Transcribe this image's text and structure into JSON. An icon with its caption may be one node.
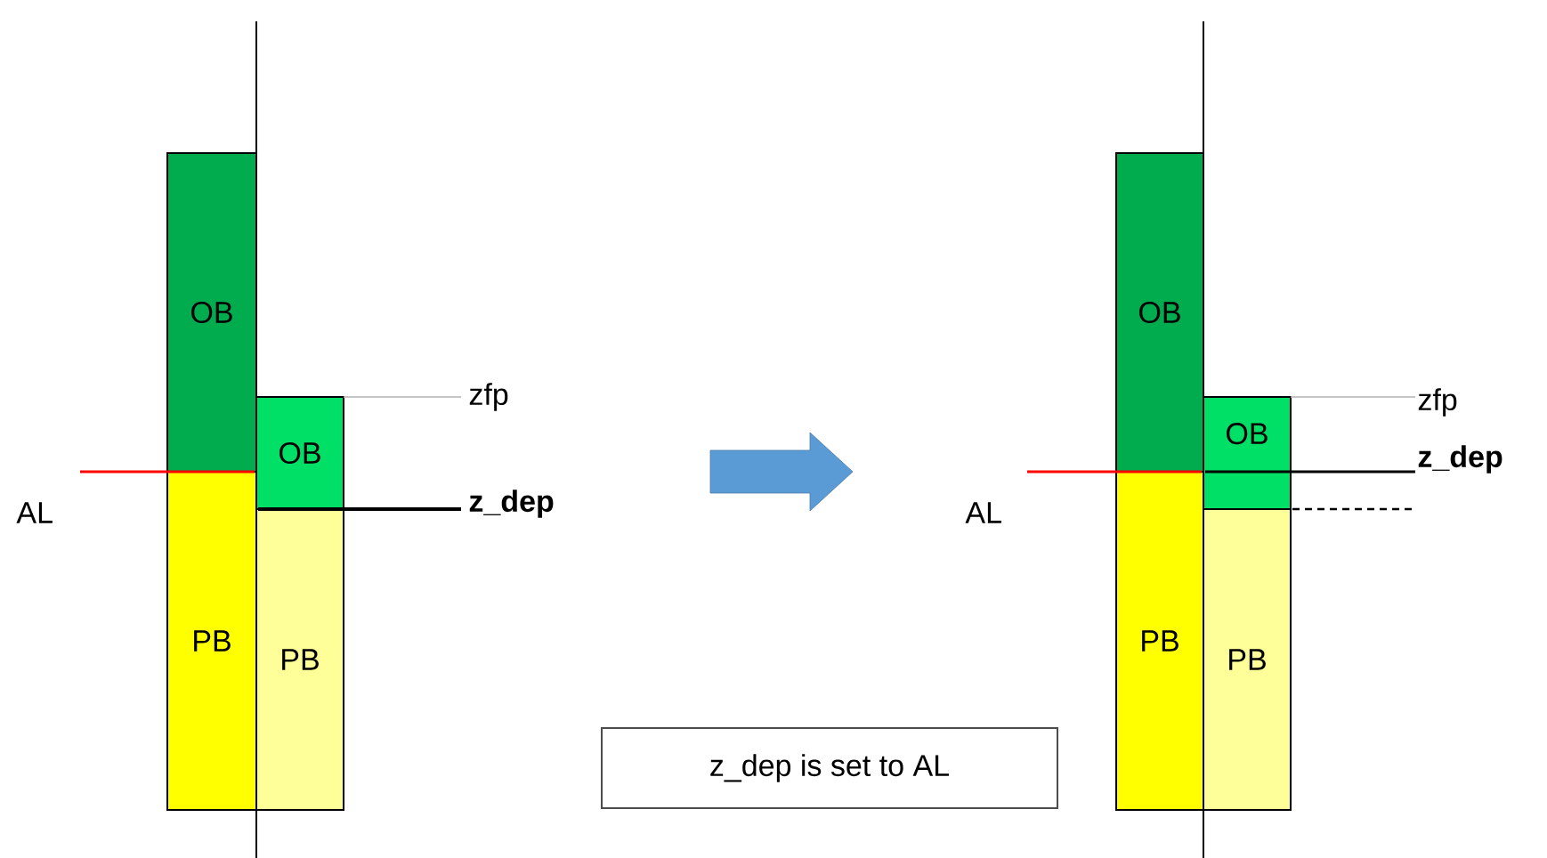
{
  "diagram": {
    "nodes": [
      {
        "text": [
          "OB"
        ]
      },
      {
        "text": [
          "PB"
        ]
      },
      {
        "text": [
          "OB"
        ]
      },
      {
        "text": [
          "PB"
        ]
      },
      {
        "text": [
          "z_dep is set to AL"
        ]
      },
      {
        "text": [
          "OB"
        ]
      },
      {
        "text": [
          "PB"
        ]
      },
      {
        "text": [
          "OB"
        ]
      },
      {
        "text": [
          "PB"
        ]
      }
    ],
    "labels": [
      "zfp",
      "z_dep",
      "AL",
      "zfp",
      "z_dep",
      "AL"
    ]
  }
}
